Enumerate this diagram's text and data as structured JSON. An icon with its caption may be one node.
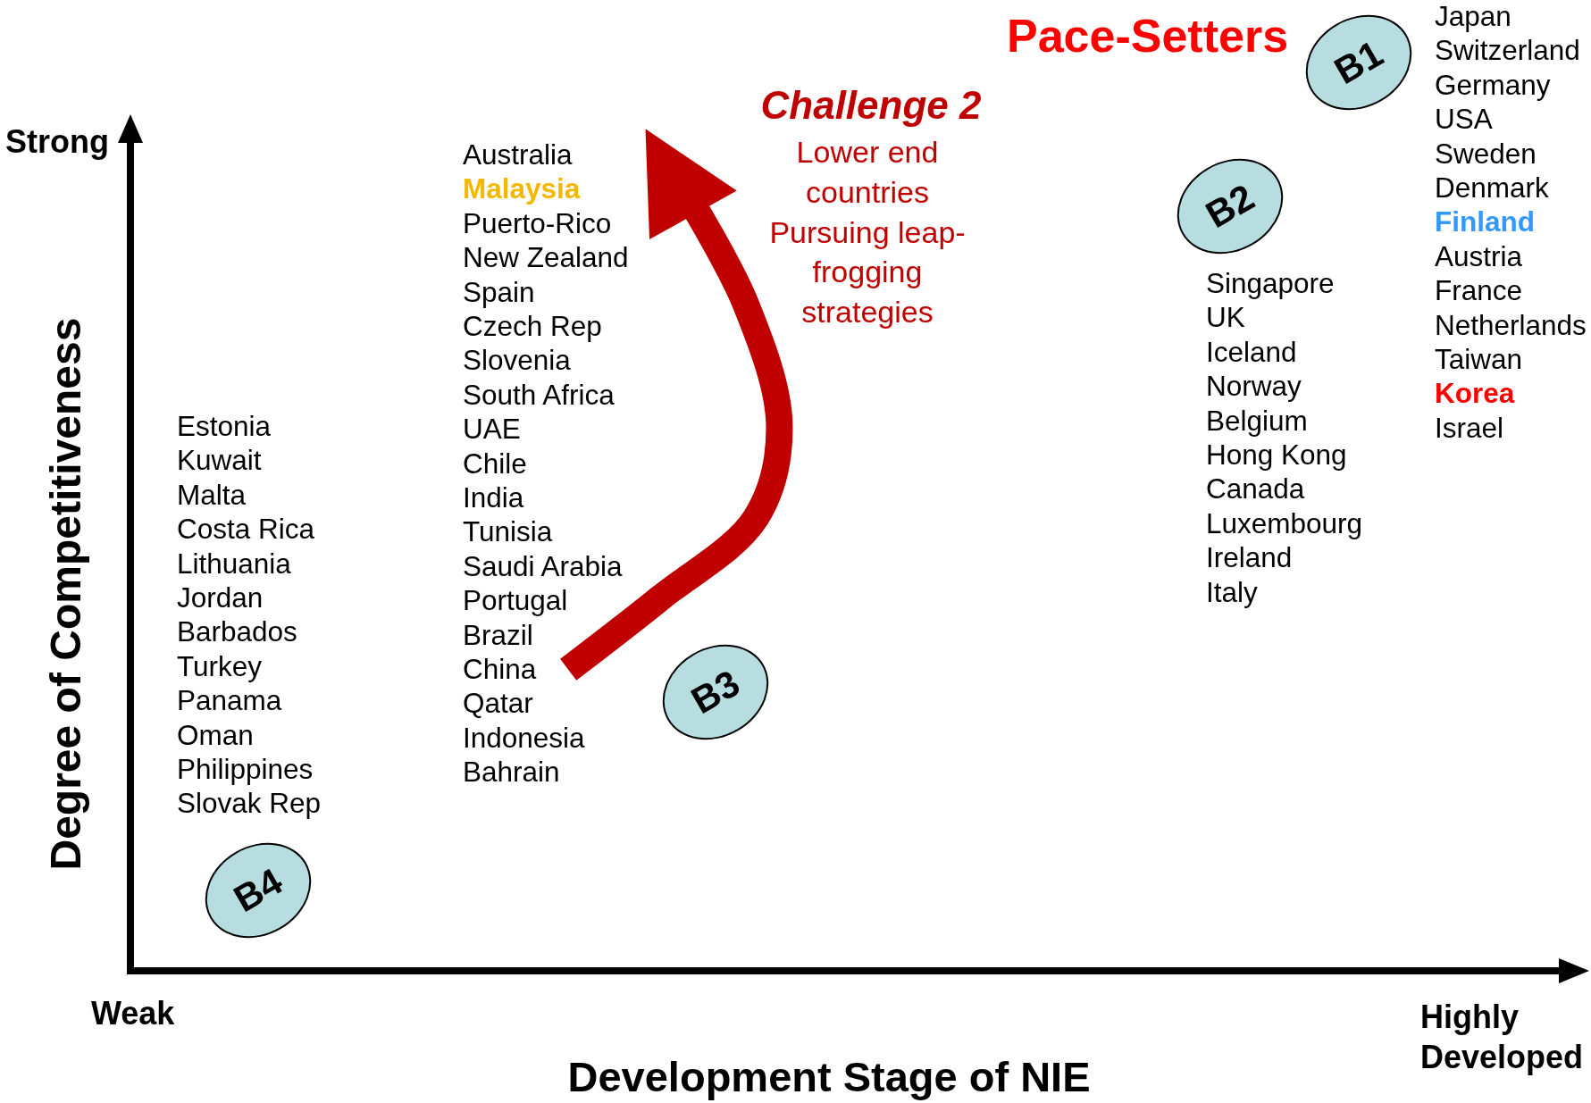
{
  "diagram": {
    "nodes": [
      {
        "text": [
          "B1"
        ]
      },
      {
        "text": [
          "B2"
        ]
      },
      {
        "text": [
          "B3"
        ]
      },
      {
        "text": [
          "B4"
        ]
      }
    ],
    "edges": [],
    "labels": [
      "Pace-Setters",
      "Japan",
      "Switzerland",
      "Germany",
      "USA",
      "Sweden",
      "Denmark",
      "Finland",
      "Austria",
      "France",
      "Netherlands",
      "Taiwan",
      "Korea",
      "Israel",
      "Challenge 2",
      "Lower end countries Pursuing leap-frogging strategies",
      "Strong",
      "Australia",
      "Malaysia",
      "Puerto-Rico",
      "New Zealand",
      "Spain",
      "Czech Rep",
      "Slovenia",
      "South Africa",
      "UAE",
      "Chile",
      "India",
      "Tunisia",
      "Saudi Arabia",
      "Portugal",
      "Brazil",
      "China",
      "Qatar",
      "Indonesia",
      "Bahrain",
      "Singapore",
      "UK",
      "Iceland",
      "Norway",
      "Belgium",
      "Hong Kong",
      "Canada",
      "Luxembourg",
      "Ireland",
      "Italy",
      "Estonia",
      "Kuwait",
      "Malta",
      "Costa Rica",
      "Lithuania",
      "Jordan",
      "Barbados",
      "Turkey",
      "Panama",
      "Oman",
      "Philippines",
      "Slovak Rep",
      "Degree of Competitiveness",
      "Weak",
      "Development Stage of NIE",
      "Highly Developed"
    ]
  }
}
